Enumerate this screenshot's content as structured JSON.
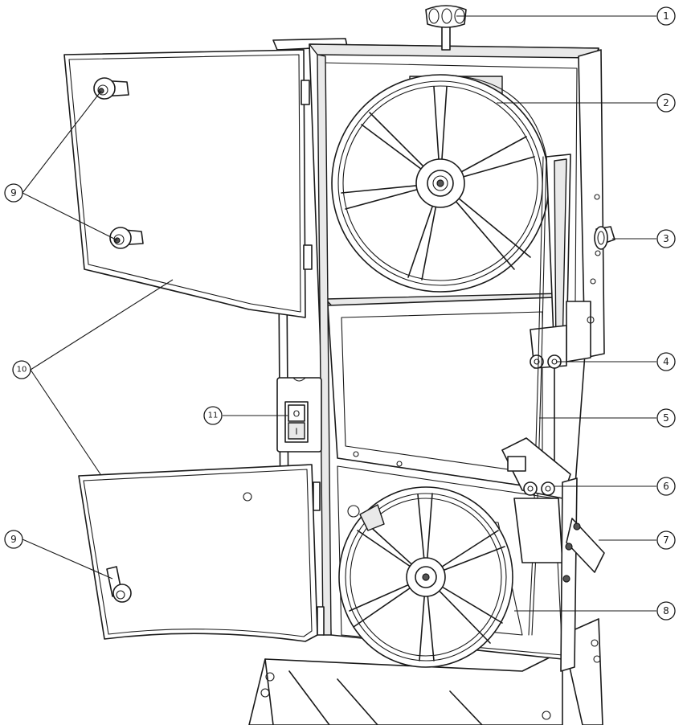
{
  "callouts": [
    {
      "id": "1",
      "label": "1"
    },
    {
      "id": "2",
      "label": "2"
    },
    {
      "id": "3",
      "label": "3"
    },
    {
      "id": "4",
      "label": "4"
    },
    {
      "id": "5",
      "label": "5"
    },
    {
      "id": "6",
      "label": "6"
    },
    {
      "id": "7",
      "label": "7"
    },
    {
      "id": "8",
      "label": "8"
    },
    {
      "id": "9a",
      "label": "9"
    },
    {
      "id": "9b",
      "label": "9"
    },
    {
      "id": "10",
      "label": "10"
    },
    {
      "id": "11",
      "label": "11"
    }
  ],
  "switch_panel": {
    "on_symbol": "O",
    "off_symbol": "I"
  }
}
